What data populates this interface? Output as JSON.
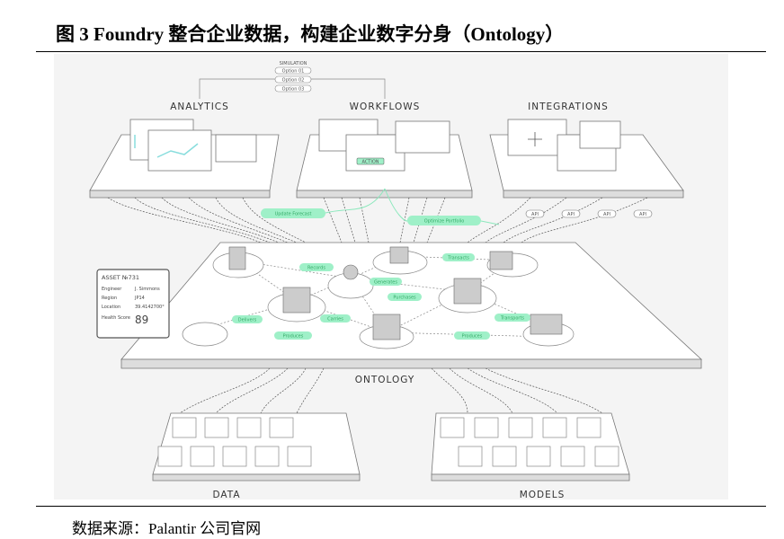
{
  "title": "图 3 Foundry 整合企业数据，构建企业数字分身（Ontology）",
  "source": "数据来源：Palantir 公司官网",
  "diagram": {
    "sections": {
      "analytics": "ANALYTICS",
      "workflows": "WORKFLOWS",
      "integrations": "INTEGRATIONS",
      "ontology": "ONTOLOGY",
      "data": "DATA",
      "models": "MODELS"
    },
    "simulation": {
      "title": "SIMULATION",
      "options": [
        "Option 01",
        "Option 02",
        "Option 03"
      ]
    },
    "workflow_action": "ACTION",
    "flows": [
      "Update Forecast",
      "Optimize Portfolio"
    ],
    "api_labels": [
      "API",
      "API",
      "API",
      "API"
    ],
    "relations": [
      "Records",
      "Transacts",
      "Generates",
      "Purchases",
      "Delivers",
      "Carries",
      "Produces",
      "Transports",
      "Produces"
    ],
    "asset_card": {
      "title": "ASSET №731",
      "rows": [
        {
          "key": "Engineer",
          "value": "J. Simmons"
        },
        {
          "key": "Region",
          "value": "JP14"
        },
        {
          "key": "Location",
          "value": "39.4142700°"
        }
      ],
      "health_label": "Health Score",
      "health_value": "89"
    },
    "accent": "#9ff0c8"
  }
}
